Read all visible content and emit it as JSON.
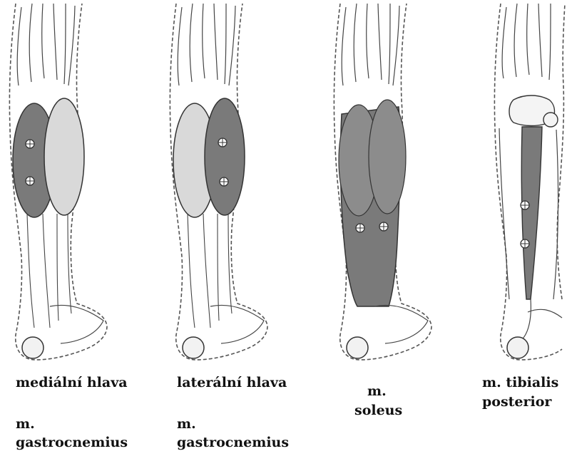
{
  "panels": [
    {
      "id": "medial",
      "line1": "mediální hlava",
      "line2": "m.",
      "line3": "gastrocnemius"
    },
    {
      "id": "lateral",
      "line1": "laterální hlava",
      "line2": "m.",
      "line3": "gastrocnemius"
    },
    {
      "id": "soleus",
      "line1": "m.",
      "line2": "soleus"
    },
    {
      "id": "tibialis",
      "line1": "m. tibialis",
      "line2": "posterior"
    }
  ],
  "colors": {
    "muscle_highlight": "#7a7a7a",
    "muscle_light": "#d9d9d9",
    "outline": "#333333",
    "skin_dash": "#555555"
  },
  "icons": [
    "electrode-marker-icon"
  ]
}
